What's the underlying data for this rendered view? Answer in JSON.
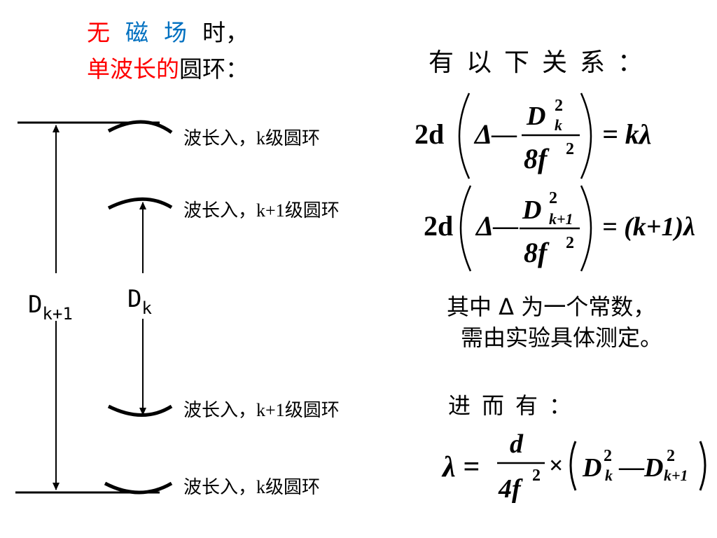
{
  "header": {
    "line1_red": "无",
    "line1_blue_1": "磁",
    "line1_blue_2": "场",
    "line1_black": "时，",
    "line2_red": "单波长的",
    "line2_black": "圆环："
  },
  "relation_title": "有以下关系：",
  "rings": [
    {
      "prefix": "波长入，",
      "order": "k",
      "suffix": "级圆环"
    },
    {
      "prefix": "波长入，",
      "order": "k+1",
      "suffix": "级圆环"
    },
    {
      "prefix": "波长入，",
      "order": "k+1",
      "suffix": "级圆环"
    },
    {
      "prefix": "波长入，",
      "order": "k",
      "suffix": "级圆环"
    }
  ],
  "diameters": {
    "outer": {
      "base": "D",
      "sub": "k+1"
    },
    "inner": {
      "base": "D",
      "sub": "k"
    }
  },
  "equation1": {
    "lead": "2d",
    "delta": "Δ",
    "minus": "—",
    "num_base": "D",
    "num_sup": "2",
    "num_sub": "k",
    "den": "8f",
    "den_sup": "2",
    "rhs": "= kλ"
  },
  "equation2": {
    "lead": "2d",
    "delta": "Δ",
    "minus": "—",
    "num_base": "D",
    "num_sup": "2",
    "num_sub": "k+1",
    "den": "8f",
    "den_sup": "2",
    "rhs": "= (k+1)λ"
  },
  "note": {
    "line1": "其中 Δ 为一个常数，",
    "line2": "需由实验具体测定。"
  },
  "then_label": "进而有：",
  "equation3": {
    "lhs": "λ =",
    "num": "d",
    "den": "4f",
    "den_sup": "2",
    "times": "×",
    "term1_base": "D",
    "term1_sup": "2",
    "term1_sub": "k",
    "minus": "—",
    "term2_base": "D",
    "term2_sup": "2",
    "term2_sub": "k+1"
  }
}
